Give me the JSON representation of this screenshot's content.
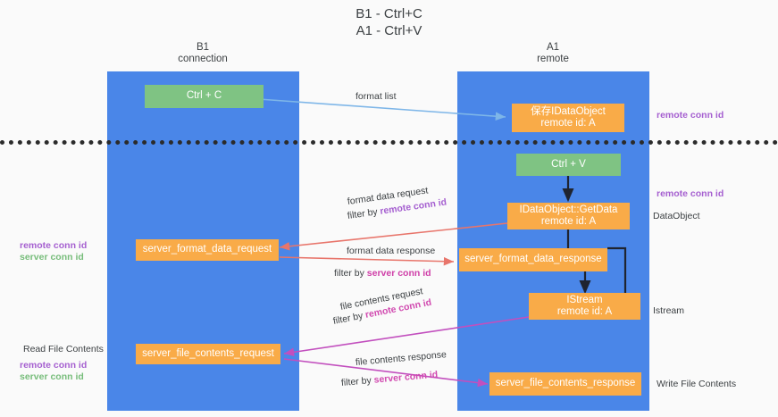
{
  "title": {
    "line1": "B1 - Ctrl+C",
    "line2": "A1 - Ctrl+V"
  },
  "columns": [
    {
      "name": "B1",
      "sub": "connection"
    },
    {
      "name": "A1",
      "sub": "remote"
    }
  ],
  "boxes": {
    "ctrl_c": "Ctrl + C",
    "ctrl_v": "Ctrl + V",
    "save_dataobject_l1": "保存IDataObject",
    "save_dataobject_l2": "remote id: A",
    "getdata_l1": "IDataObject::GetData",
    "getdata_l2": "remote id: A",
    "istream_l1": "IStream",
    "istream_l2": "remote id: A",
    "server_format_data_request": "server_format_data_request",
    "server_format_data_response": "server_format_data_response",
    "server_file_contents_request": "server_file_contents_request",
    "server_file_contents_response": "server_file_contents_response"
  },
  "edges": {
    "format_list": "format list",
    "format_data_request": "format data request",
    "format_data_request_filter_prefix": "filter by ",
    "format_data_request_filter_key": "remote conn id",
    "format_data_response": "format data response",
    "format_data_response_filter_prefix": "filter by ",
    "format_data_response_filter_key": "server conn id",
    "file_contents_request": "file contents request",
    "file_contents_request_filter_prefix": "filter by ",
    "file_contents_request_filter_key": "remote conn id",
    "file_contents_response": "file contents response",
    "file_contents_response_filter_prefix": "filter by ",
    "file_contents_response_filter_key": "server conn id"
  },
  "annotations": {
    "right_remote_conn_id_top": "remote conn id",
    "right_remote_conn_id_mid": "remote conn id",
    "right_dataobject": "DataObject",
    "right_istream": "Istream",
    "right_write_file_contents": "Write File Contents",
    "left_remote_conn_id_mid": "remote conn id",
    "left_server_conn_id_mid": "server conn id",
    "left_read_file_contents": "Read File Contents",
    "left_remote_conn_id_bot": "remote conn id",
    "left_server_conn_id_bot": "server conn id"
  },
  "colors": {
    "lane": "#4a86e8",
    "green_box": "#7fc383",
    "orange_box": "#f9ab48",
    "purple": "#a55fd0",
    "green_text": "#77bd7b",
    "pink": "#cf3fa8",
    "red_arrow": "#e8756b",
    "blue_arrow": "#7eb6e8",
    "magenta_arrow": "#c24fbe",
    "dark_arrow": "#1f2430",
    "divider": "#2b2b2b"
  }
}
